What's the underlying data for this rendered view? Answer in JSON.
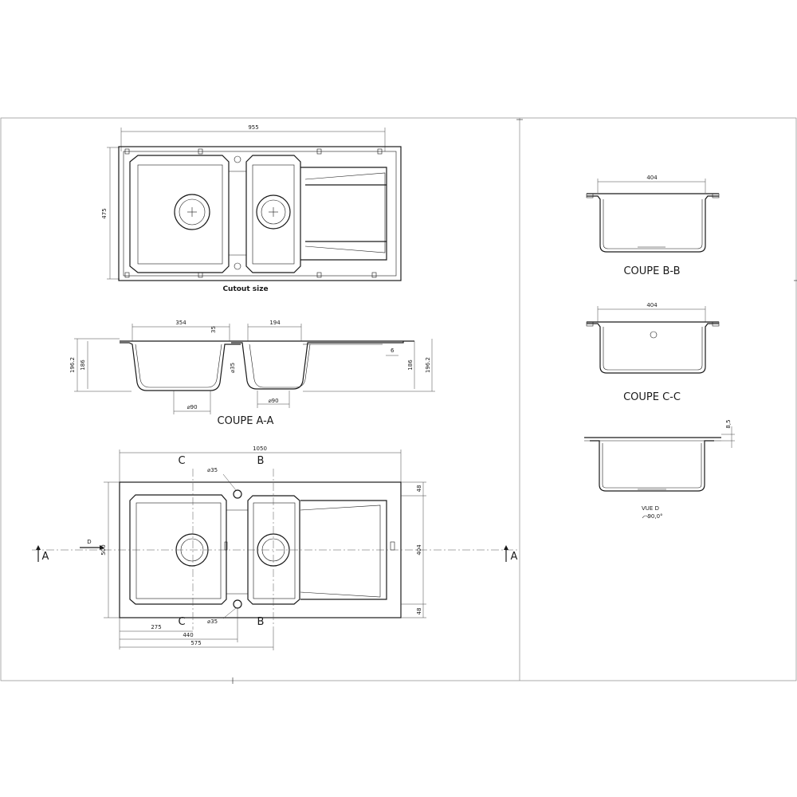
{
  "top_view": {
    "width_dim": "955",
    "height_dim": "475",
    "caption": "Cutout size"
  },
  "section_aa": {
    "caption": "COUPE A-A",
    "dims": {
      "bowl1_width": "354",
      "bowl2_width": "194",
      "overflow_dim": "35",
      "overflow_dia": "⌀35",
      "left_outer": "196.2",
      "left_inner": "186",
      "right_inner": "186",
      "right_outer": "196.2",
      "rim": "6",
      "drain1": "⌀90",
      "drain2": "⌀90"
    }
  },
  "section_bb": {
    "caption": "COUPE B-B",
    "width_dim": "404"
  },
  "section_cc": {
    "caption": "COUPE C-C",
    "width_dim": "404"
  },
  "view_d": {
    "caption": "VUE D",
    "rotation": "90,0°",
    "rim_dim": "8,5"
  },
  "plan": {
    "overall_width": "1050",
    "overall_height": "500",
    "inner_height": "404",
    "top_margin": "48",
    "bottom_margin": "48",
    "dim_275": "275",
    "dim_440": "440",
    "dim_575": "575",
    "hole_top": "⌀35",
    "hole_bottom": "⌀35",
    "section_c": "C",
    "section_b": "B",
    "section_a": "A",
    "view_marker": "D"
  }
}
